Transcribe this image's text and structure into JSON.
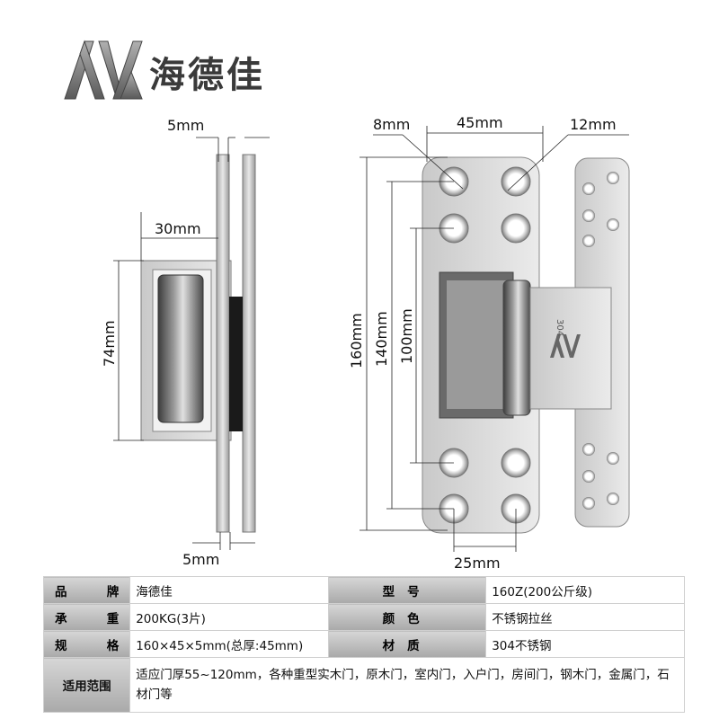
{
  "brand": {
    "name": "海德佳"
  },
  "dimensions": {
    "left_view": {
      "plate_thickness_top": "5mm",
      "body_depth": "30mm",
      "body_height": "74mm",
      "plate_thickness_bottom": "5mm"
    },
    "right_view": {
      "hole_diameter": "8mm",
      "width": "45mm",
      "hole_diameter_large": "12mm",
      "total_length": "160mm",
      "body_length": "140mm",
      "center_length": "100mm",
      "hole_spacing": "25mm"
    }
  },
  "product_engraving": "304",
  "spec": {
    "brand_label": "品牌",
    "brand_value": "海德佳",
    "model_label": "型号",
    "model_value": "160Z(200公斤级)",
    "load_label": "承重",
    "load_value": "200KG(3片)",
    "color_label": "颜色",
    "color_value": "不锈钢拉丝",
    "size_label": "规格",
    "size_value": "160×45×5mm(总厚:45mm)",
    "material_label": "材质",
    "material_value": "304不锈钢",
    "scope_label": "适用范围",
    "scope_value": "适应门厚55~120mm，各种重型实木门，原木门，室内门，入户门，房间门，钢木门，金属门，石材门等"
  },
  "colors": {
    "steel_light": "#d9d9d9",
    "steel_dark": "#8a8a8a",
    "header_gray": "#b5b5b5"
  }
}
